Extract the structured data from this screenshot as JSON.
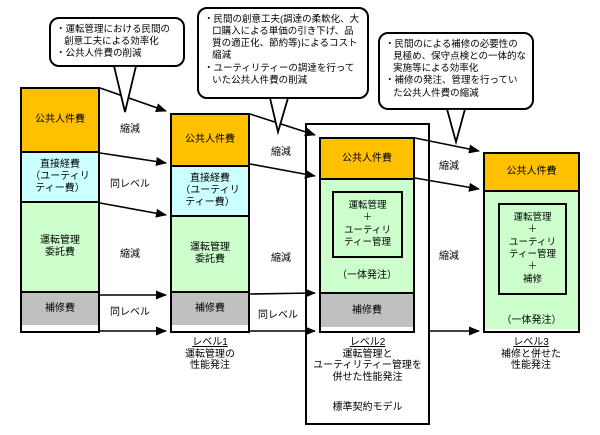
{
  "colors": {
    "public_labor": "#FFC000",
    "direct_cost": "#CCFFFF",
    "operation": "#CCFFCC",
    "repair": "#C0C0C0"
  },
  "callouts": {
    "c1": {
      "item1": "・運転管理における民間の創意工夫による効率化",
      "item2": "・公共人件費の削減"
    },
    "c2": {
      "item1": "・民間の創意工夫(調達の柔軟化、大口購入による単価の引き下げ、品質の適正化、節約等)によるコスト縮減",
      "item2": "・ユーティリティーの調達を行っていた公共人件費の削減"
    },
    "c3": {
      "item1": "・民間のによる補修の必要性の見極め、保守点検との一体的な実施等による効率化",
      "item2": "・補修の発注、管理を行っていた公共人件費の縮減"
    }
  },
  "columns": {
    "current": {
      "public_labor": "公共人件費",
      "direct1": "直接経費",
      "direct2": "（ユーティリ",
      "direct3": "ティー費）",
      "op1": "運転管理",
      "op2": "委託費",
      "repair": "補修費"
    },
    "level1": {
      "public_labor": "公共人件費",
      "direct1": "直接経費",
      "direct2": "（ユーティリ",
      "direct3": "ティー費）",
      "op1": "運転管理",
      "op2": "委託費",
      "repair": "補修費"
    },
    "level2": {
      "public_labor": "公共人件費",
      "scope1": "運転管理",
      "scope2": "＋",
      "scope3": "ユーティリ",
      "scope4": "ティー管理",
      "note": "（一体発注）",
      "repair": "補修費"
    },
    "level3": {
      "public_labor": "公共人件費",
      "scope1": "運転管理",
      "scope2": "＋",
      "scope3": "ユーティリ",
      "scope4": "ティー管理",
      "scope5": "＋",
      "scope6": "補修",
      "note": "（一体発注）"
    }
  },
  "gap_labels": {
    "g1": {
      "a": "縮減",
      "b": "同レベル",
      "c": "縮減",
      "d": "同レベル"
    },
    "g2": {
      "a": "縮減",
      "b": "縮減",
      "c": "同レベル"
    },
    "g3": {
      "a": "縮減",
      "b": "縮減"
    }
  },
  "levels": {
    "level1": {
      "title": "レベル1",
      "line1": "運転管理の",
      "line2": "性能発注"
    },
    "level2": {
      "title": "レベル2",
      "line1": "運転管理と",
      "line2": "ユーティリティー管理を",
      "line3": "併せた性能発注",
      "model": "標準契約モデル"
    },
    "level3": {
      "title": "レベル3",
      "line1": "補修と併せた",
      "line2": "性能発注"
    }
  }
}
